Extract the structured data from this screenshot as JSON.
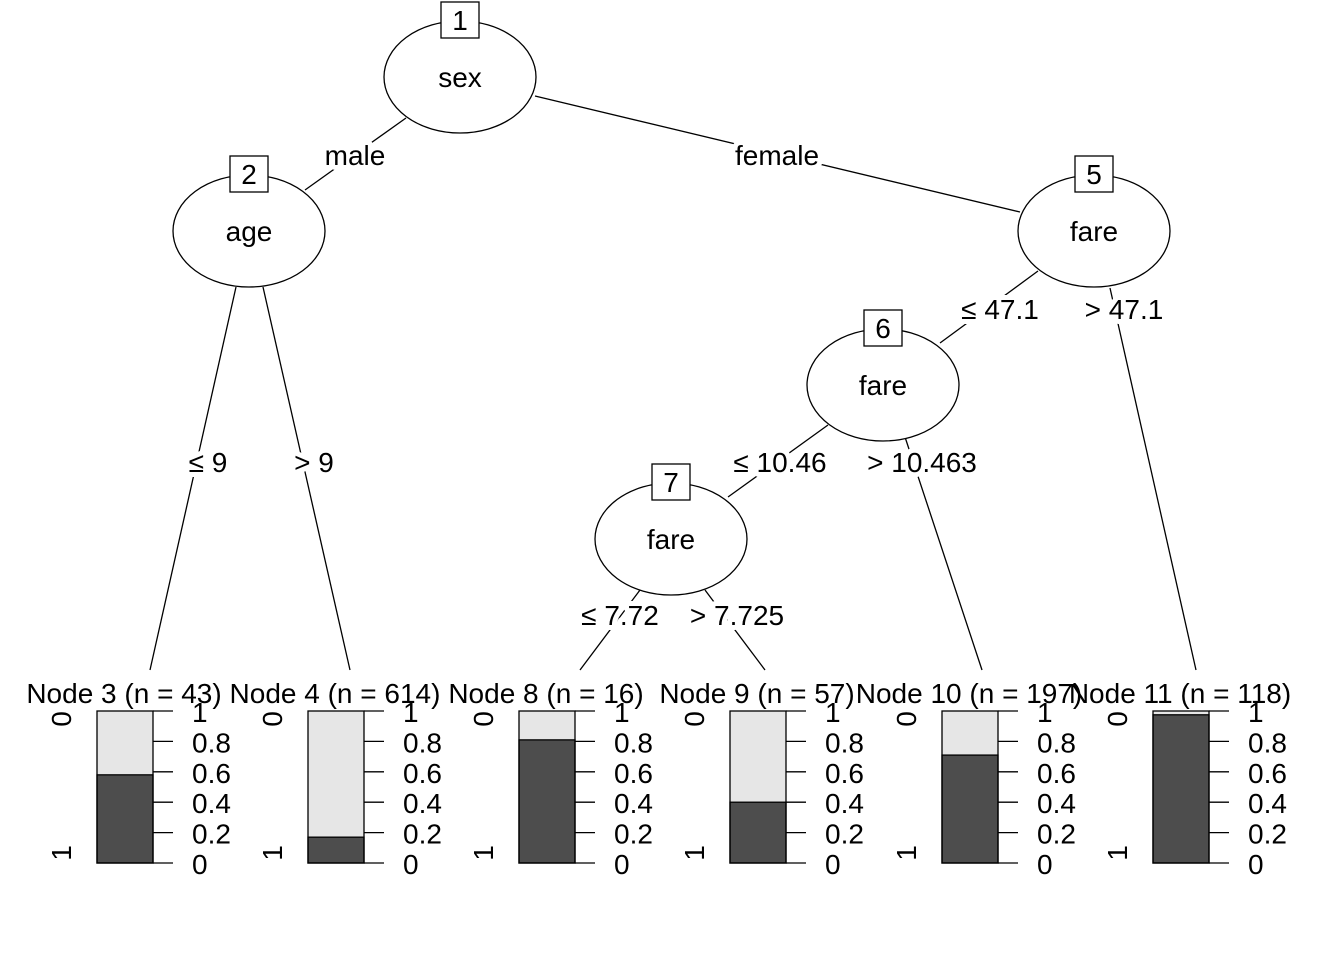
{
  "inner_nodes": [
    {
      "id": "1",
      "variable": "sex"
    },
    {
      "id": "2",
      "variable": "age"
    },
    {
      "id": "5",
      "variable": "fare"
    },
    {
      "id": "6",
      "variable": "fare"
    },
    {
      "id": "7",
      "variable": "fare"
    }
  ],
  "edges": [
    {
      "from": "1",
      "to": "2",
      "label": "male"
    },
    {
      "from": "1",
      "to": "5",
      "label": "female"
    },
    {
      "from": "2",
      "to": "3",
      "label": "≤ 9"
    },
    {
      "from": "2",
      "to": "4",
      "label": "> 9"
    },
    {
      "from": "5",
      "to": "6",
      "label": "≤ 47.1"
    },
    {
      "from": "5",
      "to": "11",
      "label": "> 47.1"
    },
    {
      "from": "6",
      "to": "7",
      "label": "≤ 10.46"
    },
    {
      "from": "6",
      "to": "10",
      "label": "> 10.463"
    },
    {
      "from": "7",
      "to": "8",
      "label": "≤ 7.72"
    },
    {
      "from": "7",
      "to": "9",
      "label": "> 7.725"
    }
  ],
  "terminal_nodes": [
    {
      "id": "3",
      "title": "Node 3 (n = 43)",
      "n": 43,
      "fraction_class_1": 0.58
    },
    {
      "id": "4",
      "title": "Node 4 (n = 614)",
      "n": 614,
      "fraction_class_1": 0.17
    },
    {
      "id": "8",
      "title": "Node 8 (n = 16)",
      "n": 16,
      "fraction_class_1": 0.81
    },
    {
      "id": "9",
      "title": "Node 9 (n = 57)",
      "n": 57,
      "fraction_class_1": 0.4
    },
    {
      "id": "10",
      "title": "Node 10 (n = 197)",
      "n": 197,
      "fraction_class_1": 0.71
    },
    {
      "id": "11",
      "title": "Node 11 (n = 118)",
      "n": 118,
      "fraction_class_1": 0.975
    }
  ],
  "bar_axis": {
    "ticks": [
      "0",
      "0.2",
      "0.4",
      "0.6",
      "0.8",
      "1"
    ],
    "class_labels": [
      "0",
      "1"
    ]
  },
  "colors": {
    "class_1": "#4d4d4d",
    "class_0": "#e6e6e6"
  }
}
